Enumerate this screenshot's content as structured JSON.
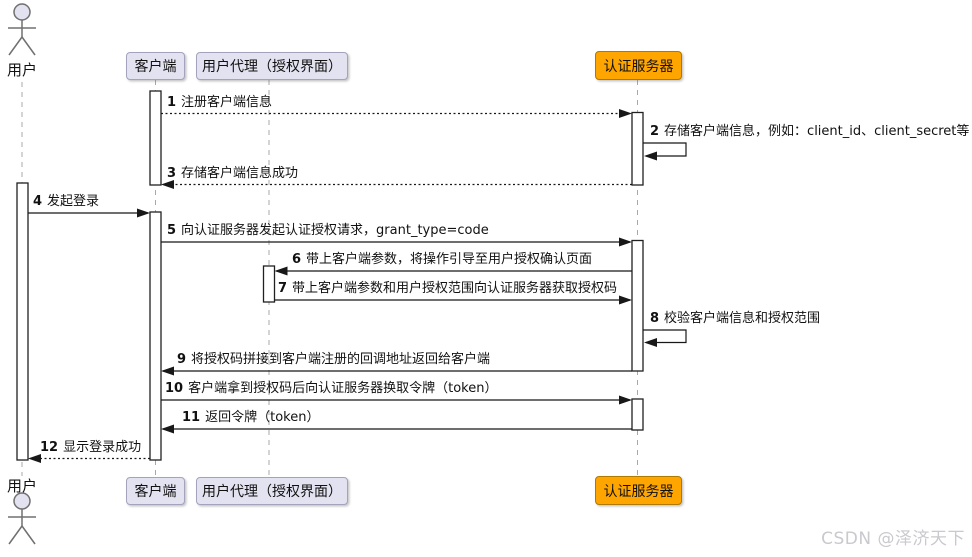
{
  "actors": {
    "top_label": "用户",
    "bottom_label": "用户"
  },
  "participants": {
    "client": "客户端",
    "user_agent": "用户代理（授权界面）",
    "auth_server": "认证服务器"
  },
  "messages": [
    {
      "num": "1",
      "text": "注册客户端信息"
    },
    {
      "num": "2",
      "text": "存储客户端信息，例如：client_id、client_secret等"
    },
    {
      "num": "3",
      "text": "存储客户端信息成功"
    },
    {
      "num": "4",
      "text": "发起登录"
    },
    {
      "num": "5",
      "text": "向认证服务器发起认证授权请求，grant_type=code"
    },
    {
      "num": "6",
      "text": "带上客户端参数，将操作引导至用户授权确认页面"
    },
    {
      "num": "7",
      "text": "带上客户端参数和用户授权范围向认证服务器获取授权码"
    },
    {
      "num": "8",
      "text": "校验客户端信息和授权范围"
    },
    {
      "num": "9",
      "text": "将授权码拼接到客户端注册的回调地址返回给客户端"
    },
    {
      "num": "10",
      "text": "客户端拿到授权码后向认证服务器换取令牌（token）"
    },
    {
      "num": "11",
      "text": "返回令牌（token）"
    },
    {
      "num": "12",
      "text": "显示登录成功"
    }
  ],
  "colors": {
    "participant_fill": "#E2E2F0",
    "participant_border": "#A3A3BD",
    "auth_server_fill": "#FFA500",
    "auth_server_border": "#AE7A00",
    "lifeline": "#A8A8A8",
    "arrow": "#181818",
    "activation_fill": "#FFFFFF"
  },
  "watermark": "CSDN @泽济天下"
}
